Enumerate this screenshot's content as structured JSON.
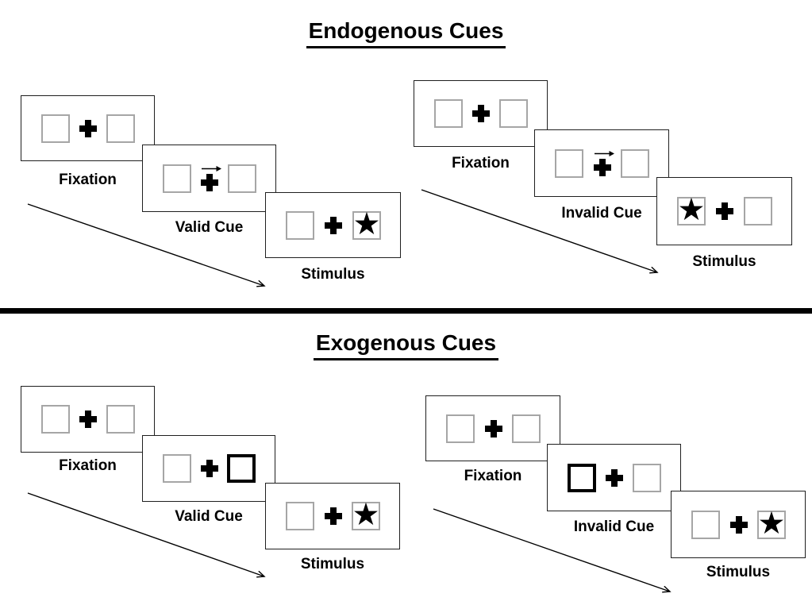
{
  "colors": {
    "background": "#ffffff",
    "panel_border": "#1f1f1f",
    "placeholder_box_border": "#a6a6a6",
    "cue_box_border": "#000000",
    "text": "#000000",
    "divider": "#000000"
  },
  "icons": {
    "star": "★",
    "fixation_cross": "plus-cross",
    "cue_arrow": "right-arrow"
  },
  "sections": {
    "endogenous": {
      "title": "Endogenous Cues",
      "valid_trial": {
        "fixation_label": "Fixation",
        "cue_label": "Valid Cue",
        "stimulus_label": "Stimulus",
        "cue_style": "central right-pointing arrow above fixation cross",
        "stimulus_side": "right"
      },
      "invalid_trial": {
        "fixation_label": "Fixation",
        "cue_label": "Invalid Cue",
        "stimulus_label": "Stimulus",
        "cue_style": "central right-pointing arrow above fixation cross",
        "stimulus_side": "left"
      }
    },
    "exogenous": {
      "title": "Exogenous Cues",
      "valid_trial": {
        "fixation_label": "Fixation",
        "cue_label": "Valid Cue",
        "stimulus_label": "Stimulus",
        "cue_style": "right box thick-bordered",
        "stimulus_side": "right"
      },
      "invalid_trial": {
        "fixation_label": "Fixation",
        "cue_label": "Invalid Cue",
        "stimulus_label": "Stimulus",
        "cue_style": "left box thick-bordered",
        "stimulus_side": "right"
      }
    }
  }
}
